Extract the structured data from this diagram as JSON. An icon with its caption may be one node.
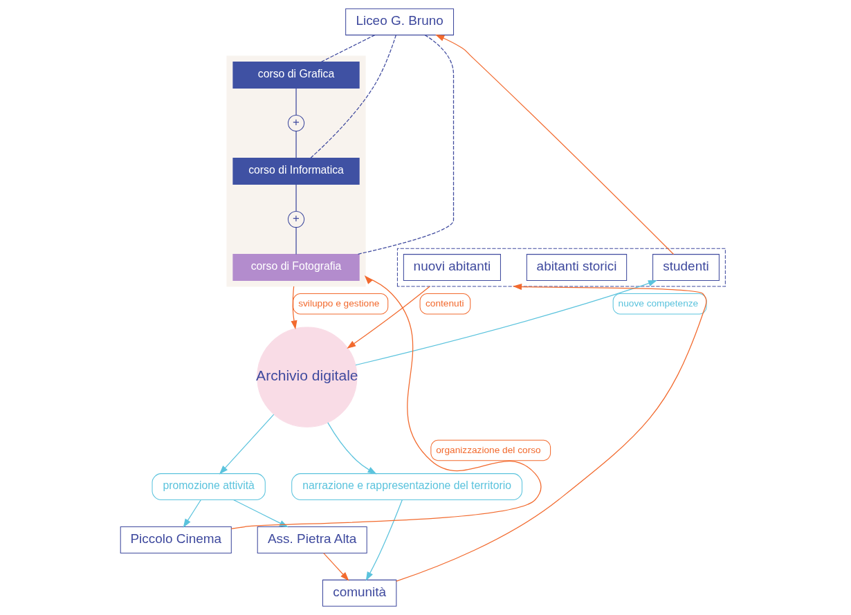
{
  "diagram": {
    "nodes": [
      {
        "text": [
          "Liceo G. Bruno"
        ]
      },
      {
        "text": [],
        "shape": "box"
      },
      {
        "text": [
          "corso di Grafica"
        ],
        "in": 1
      },
      {
        "text": [
          "+"
        ],
        "in": 1
      },
      {
        "text": [
          "corso di Informatica"
        ],
        "in": 1
      },
      {
        "text": [
          "+"
        ],
        "in": 1
      },
      {
        "text": [
          "corso di Fotografia"
        ],
        "in": 1
      },
      {
        "text": [],
        "shape": "box"
      },
      {
        "text": [
          "studenti"
        ],
        "in": 7
      },
      {
        "text": [
          "abitanti storici"
        ],
        "in": 7
      },
      {
        "text": [
          "nuovi abitanti"
        ],
        "in": 7
      },
      {
        "text": [
          "Archivio digitale"
        ]
      },
      {
        "text": [
          "promozione attività"
        ]
      },
      {
        "text": [
          "narrazione e rappresentazione del territorio"
        ]
      },
      {
        "text": [
          "Piccolo Cinema"
        ]
      },
      {
        "text": [
          "Ass. Pietra Alta"
        ]
      },
      {
        "text": [
          "comunità"
        ]
      }
    ],
    "edges": [
      {
        "from": 8,
        "to": 0,
        "arrow": "to",
        "color": "#f26a2e"
      },
      {
        "from": 0,
        "to": 2,
        "arrow": "none",
        "style": "dashed"
      },
      {
        "from": 0,
        "to": 4,
        "arrow": "none",
        "style": "dashed"
      },
      {
        "from": 0,
        "to": 6,
        "arrow": "none",
        "style": "dashed"
      },
      {
        "from": 2,
        "to": 3,
        "arrow": "none"
      },
      {
        "from": 3,
        "to": 4,
        "arrow": "none"
      },
      {
        "from": 4,
        "to": 5,
        "arrow": "none"
      },
      {
        "from": 5,
        "to": 6,
        "arrow": "none"
      },
      {
        "from": 11,
        "to": 8,
        "arrow": "to",
        "label": "nuove competenze",
        "color": "#5bc3dd"
      },
      {
        "from": 7,
        "to": 11,
        "arrow": "to",
        "label": "contenuti",
        "color": "#f26a2e"
      },
      {
        "from": 1,
        "to": 11,
        "arrow": "to",
        "label": "sviluppo e gestione",
        "color": "#f26a2e"
      },
      {
        "from": 14,
        "to": 1,
        "arrow": "to",
        "label": "organizzazione del corso",
        "color": "#f26a2e"
      },
      {
        "from": 11,
        "to": 12,
        "arrow": "to",
        "color": "#5bc3dd"
      },
      {
        "from": 11,
        "to": 13,
        "arrow": "to",
        "color": "#5bc3dd"
      },
      {
        "from": 12,
        "to": 14,
        "arrow": "to",
        "color": "#5bc3dd"
      },
      {
        "from": 12,
        "to": 15,
        "arrow": "to",
        "color": "#5bc3dd"
      },
      {
        "from": 13,
        "to": 16,
        "arrow": "to",
        "color": "#5bc3dd"
      },
      {
        "from": 15,
        "to": 16,
        "arrow": "to",
        "color": "#f26a2e"
      },
      {
        "from": 16,
        "to": 7,
        "arrow": "to",
        "color": "#f26a2e"
      }
    ]
  }
}
